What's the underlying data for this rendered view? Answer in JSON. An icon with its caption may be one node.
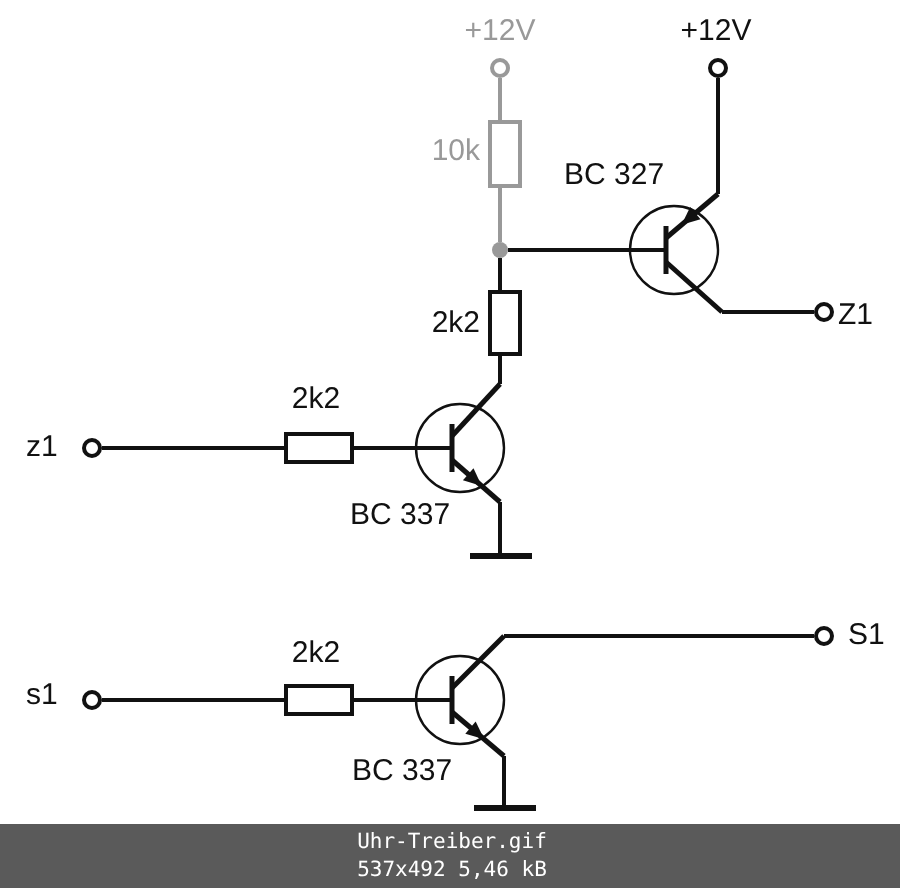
{
  "diagram": {
    "caption": "Uhr-Treiber.gif 537x492 5,46 kB",
    "nodes": [
      {
        "text": [
          "+12V"
        ]
      },
      {
        "text": [
          "10k"
        ]
      },
      {
        "text": [],
        "shape": "circle"
      },
      {
        "text": [
          "+12V"
        ]
      },
      {
        "text": [
          "BC 327"
        ]
      },
      {
        "text": [
          "Z1"
        ]
      },
      {
        "text": [
          "2k2"
        ]
      },
      {
        "text": [
          "z1"
        ]
      },
      {
        "text": [
          "2k2"
        ]
      },
      {
        "text": [
          "BC 337"
        ]
      },
      {
        "text": [],
        "shape": "bar"
      },
      {
        "text": [
          "S1"
        ]
      },
      {
        "text": [
          "s1"
        ]
      },
      {
        "text": [
          "2k2"
        ]
      },
      {
        "text": [
          "BC 337"
        ]
      },
      {
        "text": [],
        "shape": "bar"
      }
    ],
    "edges": [
      {
        "from": 0,
        "to": 1,
        "arrow": "none",
        "color": "#999999"
      },
      {
        "from": 1,
        "to": 2,
        "arrow": "none",
        "color": "#999999"
      },
      {
        "from": 2,
        "to": 4,
        "arrow": "none"
      },
      {
        "from": 3,
        "to": 4,
        "arrow": "none"
      },
      {
        "from": 4,
        "to": 5,
        "arrow": "none"
      },
      {
        "from": 2,
        "to": 6,
        "arrow": "none"
      },
      {
        "from": 6,
        "to": 9,
        "arrow": "none"
      },
      {
        "from": 7,
        "to": 8,
        "arrow": "none"
      },
      {
        "from": 8,
        "to": 9,
        "arrow": "none"
      },
      {
        "from": 9,
        "to": 10,
        "arrow": "none"
      },
      {
        "from": 14,
        "to": 11,
        "arrow": "none"
      },
      {
        "from": 12,
        "to": 13,
        "arrow": "none"
      },
      {
        "from": 13,
        "to": 14,
        "arrow": "none"
      },
      {
        "from": 14,
        "to": 15,
        "arrow": "none"
      }
    ]
  }
}
